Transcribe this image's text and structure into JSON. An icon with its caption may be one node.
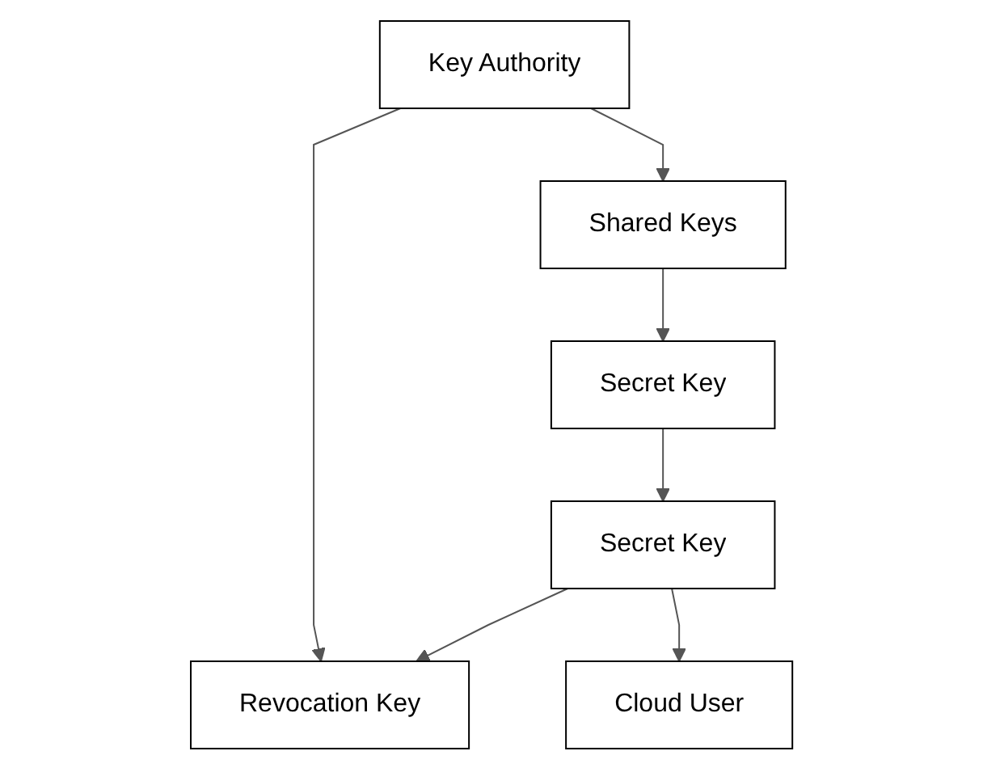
{
  "diagram": {
    "nodes": [
      {
        "text": [
          "Key Authority"
        ]
      },
      {
        "text": [
          "Shared Keys"
        ]
      },
      {
        "text": [
          "Revocation Key"
        ]
      },
      {
        "text": [
          "Secret Key"
        ]
      },
      {
        "text": [
          "Secret Key"
        ]
      },
      {
        "text": [
          "Cloud User"
        ]
      }
    ],
    "edges": [
      {
        "from": 0,
        "to": 1,
        "arrow": "to"
      },
      {
        "from": 0,
        "to": 2,
        "arrow": "to"
      },
      {
        "from": 1,
        "to": 3,
        "arrow": "to"
      },
      {
        "from": 3,
        "to": 4,
        "arrow": "to"
      },
      {
        "from": 4,
        "to": 2,
        "arrow": "to"
      },
      {
        "from": 4,
        "to": 5,
        "arrow": "to"
      }
    ]
  }
}
